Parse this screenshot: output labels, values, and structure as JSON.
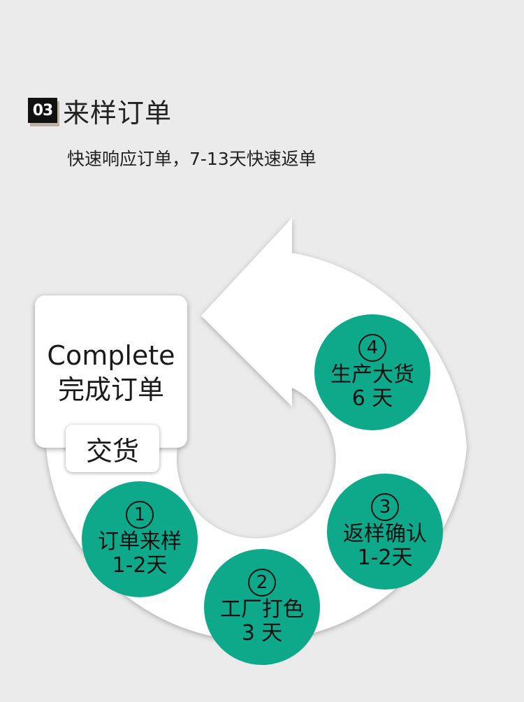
{
  "heading": {
    "number": "03",
    "title": "来样订单"
  },
  "subtitle": "快速响应订单，7-13天快速返单",
  "complete_card": {
    "title_en": "Complete",
    "title_zh": "完成订单"
  },
  "deliver_tab": {
    "label": "交货"
  },
  "steps": [
    {
      "number": "1",
      "label": "订单来样",
      "duration": "1-2天"
    },
    {
      "number": "2",
      "label": "工厂打色",
      "duration": "3 天"
    },
    {
      "number": "3",
      "label": "返样确认",
      "duration": "1-2天"
    },
    {
      "number": "4",
      "label": "生产大货",
      "duration": "6 天"
    }
  ],
  "colors": {
    "background": "#ebebeb",
    "arrow": "#ffffff",
    "step_circle": "#0ea88a",
    "text": "#1a1a1a"
  }
}
